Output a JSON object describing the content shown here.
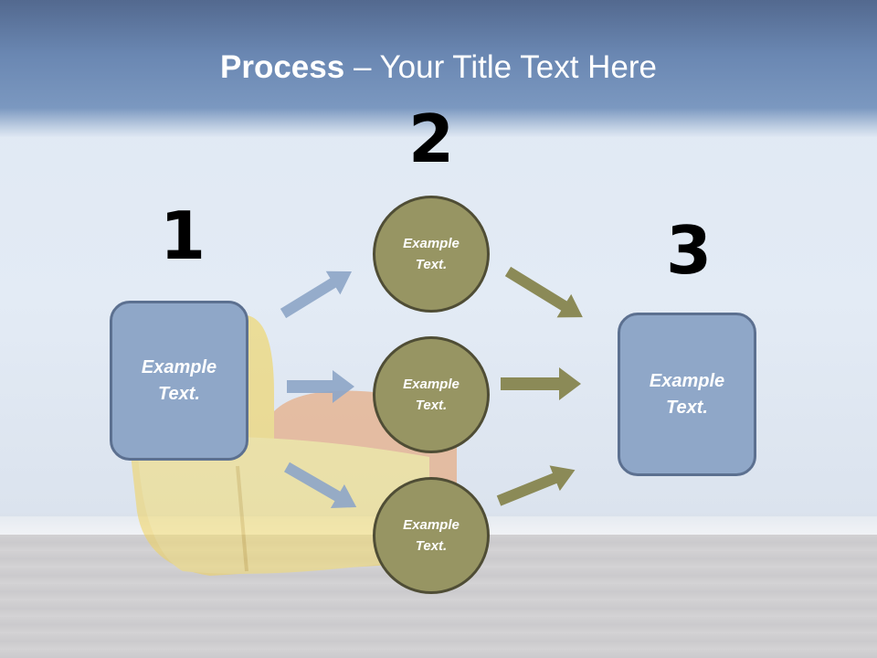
{
  "title": {
    "bold": "Process",
    "rest": " – Your Title Text Here"
  },
  "steps": [
    {
      "number": "1",
      "text": "Example\nText."
    },
    {
      "number": "2",
      "text": "Example\nText."
    },
    {
      "number": "3",
      "text": "Example\nText."
    }
  ],
  "circles": [
    {
      "text": "Example\nText."
    },
    {
      "text": "Example\nText."
    },
    {
      "text": "Example\nText."
    }
  ],
  "colors": {
    "box_fill": "#8fa7c8",
    "circle_fill": "#979563",
    "blue_arrow": "#8fa7c8",
    "olive_arrow": "#8b8a57"
  },
  "icons": {
    "arrows": "right-arrow-icon"
  }
}
